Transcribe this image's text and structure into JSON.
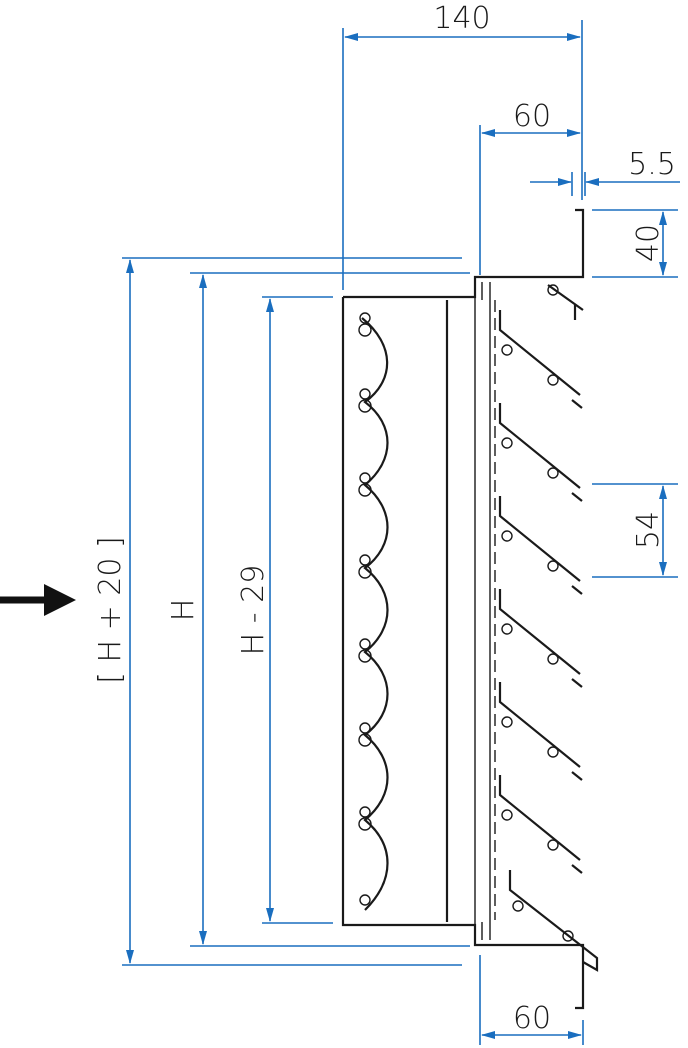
{
  "title": "Louvre damper section drawing",
  "colors": {
    "dimension": "#1a6ebf",
    "outline": "#1a1a1a"
  },
  "dimensions": {
    "overall_depth": "140",
    "top_frame_depth": "60",
    "flange_thickness": "5.5",
    "top_flange_height": "40",
    "blade_pitch": "54",
    "overall_height": "[ H + 20 ]",
    "nominal_height": "H",
    "damper_height": "H - 29",
    "bottom_frame_depth": "60"
  },
  "airflow_arrow": "arrow-right-icon"
}
